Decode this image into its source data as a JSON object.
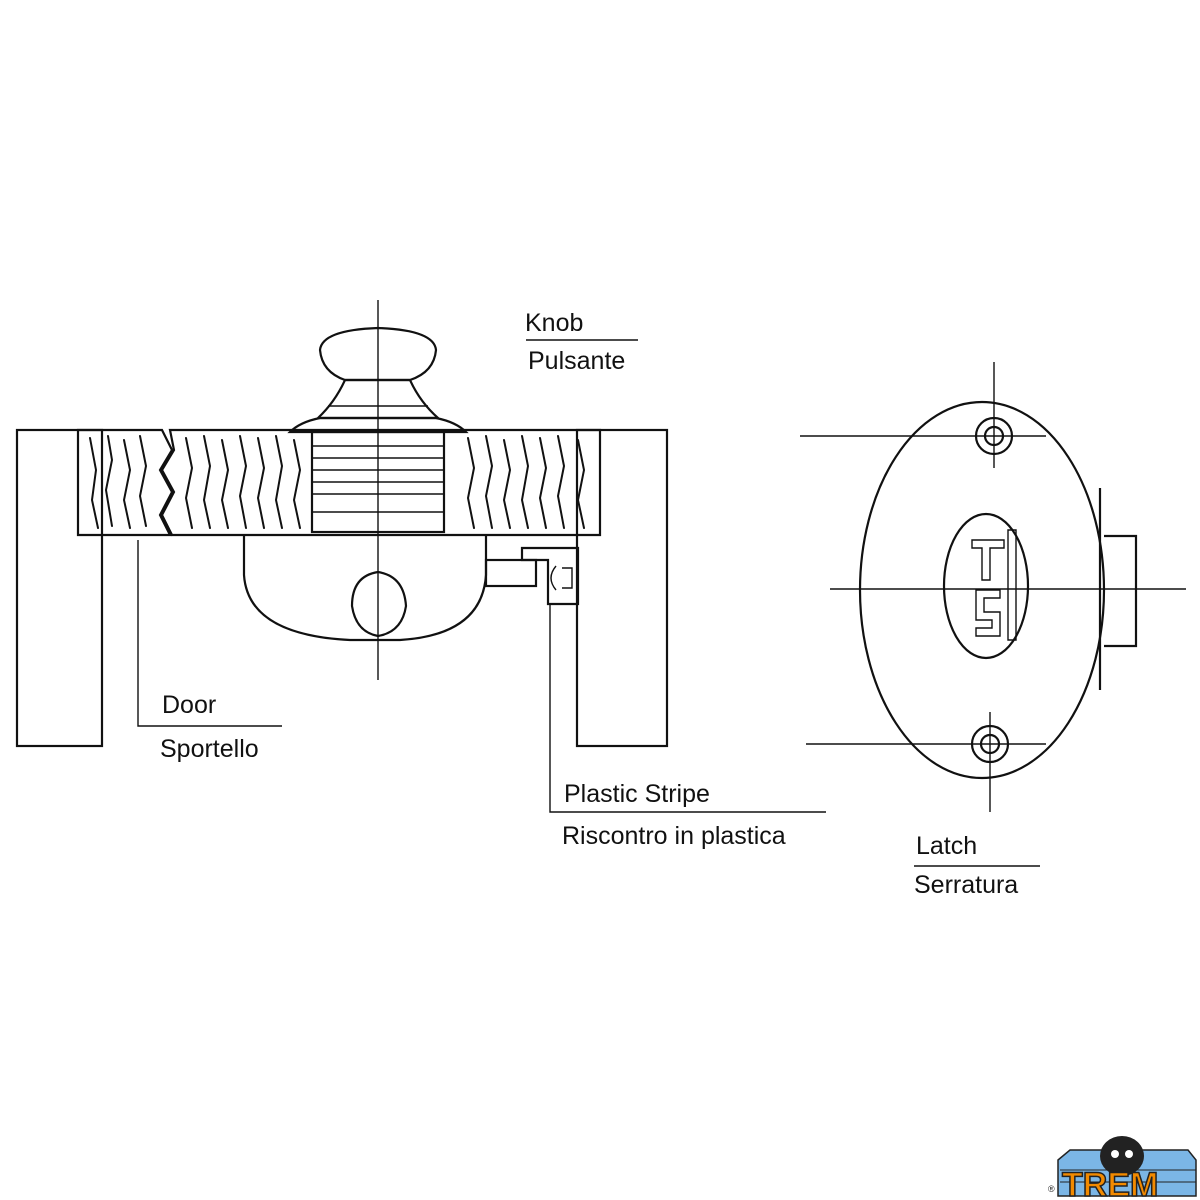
{
  "labels": {
    "knob_en": "Knob",
    "knob_it": "Pulsante",
    "door_en": "Door",
    "door_it": "Sportello",
    "stripe_en": "Plastic Stripe",
    "stripe_it": "Riscontro in plastica",
    "latch_en": "Latch",
    "latch_it": "Serratura"
  },
  "logo": {
    "text": "TREM",
    "registered": "®",
    "accent_color": "#f28a00",
    "stripe_color": "#7bb6e6"
  }
}
